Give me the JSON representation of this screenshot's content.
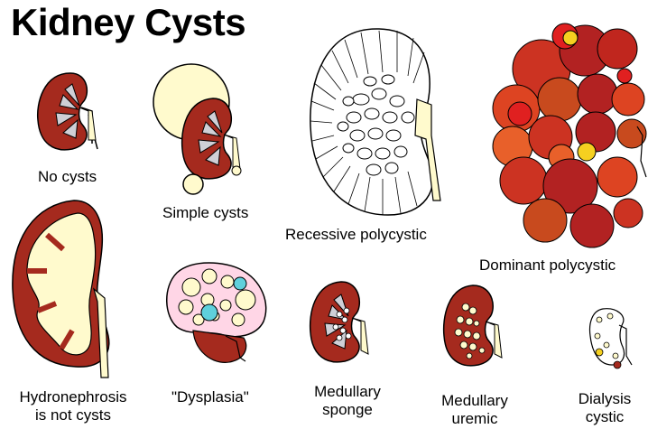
{
  "title": "Kidney Cysts",
  "labels": {
    "no_cysts": "No cysts",
    "simple_cysts": "Simple cysts",
    "recessive": "Recessive polycystic",
    "dominant": "Dominant polycystic",
    "hydronephrosis_1": "Hydronephrosis",
    "hydronephrosis_2": "is not cysts",
    "dysplasia": "\"Dysplasia\"",
    "med_sponge_1": "Medullary",
    "med_sponge_2": "sponge",
    "med_uremic_1": "Medullary",
    "med_uremic_2": "uremic",
    "dialysis_1": "Dialysis",
    "dialysis_2": "cystic"
  },
  "colors": {
    "cortex": "#a52a1e",
    "medulla": "#cfcfd6",
    "cyst": "#fffacd",
    "pelvis": "#fffacd",
    "dysplasia_fill": "#ffd6e6",
    "dysplasia_cyan": "#5fd0dc",
    "dominant_reds": [
      "#b22222",
      "#cc3322",
      "#dd4422",
      "#e8602a",
      "#c84a1e",
      "#e02020"
    ],
    "dominant_yellow": "#f5d020"
  }
}
